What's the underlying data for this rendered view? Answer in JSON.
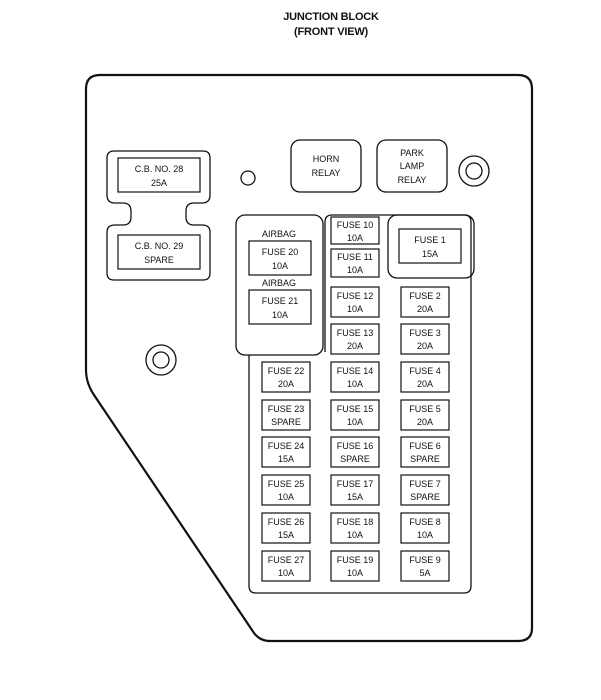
{
  "title": {
    "line1": "JUNCTION BLOCK",
    "line2": "(FRONT VIEW)"
  },
  "circuit_breakers": [
    {
      "line1": "C.B. NO. 28",
      "line2": "25A"
    },
    {
      "line1": "C.B. NO. 29",
      "line2": "SPARE"
    }
  ],
  "relays": {
    "horn": {
      "line1": "HORN",
      "line2": "RELAY"
    },
    "park": {
      "line1": "PARK",
      "line2": "LAMP",
      "line3": "RELAY"
    }
  },
  "airbag": {
    "label_top": "AIRBAG",
    "fuse20": {
      "line1": "FUSE 20",
      "line2": "10A"
    },
    "label_mid": "AIRBAG",
    "fuse21": {
      "line1": "FUSE 21",
      "line2": "10A"
    }
  },
  "fuses": {
    "f1": {
      "line1": "FUSE 1",
      "line2": "15A"
    },
    "f2": {
      "line1": "FUSE 2",
      "line2": "20A"
    },
    "f3": {
      "line1": "FUSE 3",
      "line2": "20A"
    },
    "f4": {
      "line1": "FUSE 4",
      "line2": "20A"
    },
    "f5": {
      "line1": "FUSE 5",
      "line2": "20A"
    },
    "f6": {
      "line1": "FUSE 6",
      "line2": "SPARE"
    },
    "f7": {
      "line1": "FUSE 7",
      "line2": "SPARE"
    },
    "f8": {
      "line1": "FUSE 8",
      "line2": "10A"
    },
    "f9": {
      "line1": "FUSE 9",
      "line2": "5A"
    },
    "f10": {
      "line1": "FUSE 10",
      "line2": "10A"
    },
    "f11": {
      "line1": "FUSE 11",
      "line2": "10A"
    },
    "f12": {
      "line1": "FUSE 12",
      "line2": "10A"
    },
    "f13": {
      "line1": "FUSE 13",
      "line2": "20A"
    },
    "f14": {
      "line1": "FUSE 14",
      "line2": "10A"
    },
    "f15": {
      "line1": "FUSE 15",
      "line2": "10A"
    },
    "f16": {
      "line1": "FUSE 16",
      "line2": "SPARE"
    },
    "f17": {
      "line1": "FUSE 17",
      "line2": "15A"
    },
    "f18": {
      "line1": "FUSE 18",
      "line2": "10A"
    },
    "f19": {
      "line1": "FUSE 19",
      "line2": "10A"
    },
    "f22": {
      "line1": "FUSE 22",
      "line2": "20A"
    },
    "f23": {
      "line1": "FUSE 23",
      "line2": "SPARE"
    },
    "f24": {
      "line1": "FUSE 24",
      "line2": "15A"
    },
    "f25": {
      "line1": "FUSE 25",
      "line2": "10A"
    },
    "f26": {
      "line1": "FUSE 26",
      "line2": "15A"
    },
    "f27": {
      "line1": "FUSE 27",
      "line2": "10A"
    }
  }
}
